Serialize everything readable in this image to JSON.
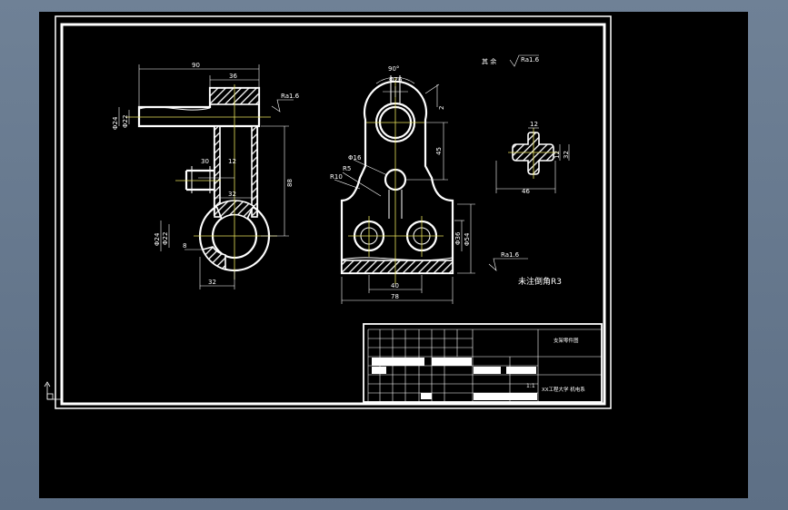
{
  "drawing": {
    "side_view": {
      "dims": [
        "90",
        "36",
        "Φ24",
        "Φ22",
        "30",
        "12",
        "32",
        "88",
        "Φ24",
        "Φ22",
        "8",
        "32"
      ],
      "roughness": "Ra1.6"
    },
    "front_view": {
      "dims": [
        "90°",
        "Φ26",
        "2",
        "45",
        "Φ16",
        "R5",
        "R10",
        "Φ36",
        "Φ54",
        "40",
        "78"
      ],
      "roughness": "Ra1.6"
    },
    "section_view": {
      "dims": [
        "12",
        "12",
        "32",
        "46"
      ]
    },
    "general_note": {
      "label": "其 余",
      "roughness": "Ra1.6"
    },
    "chamfer_note": "未注倒角R3"
  },
  "title_block": {
    "part_name": "支架零件图",
    "scale": "1:1",
    "school": "XX工程大学 机电系"
  },
  "colors": {
    "background": "#000000",
    "frame": "#ffffff",
    "centerline": "#e8e25a",
    "window_bg": "#6f8196"
  }
}
